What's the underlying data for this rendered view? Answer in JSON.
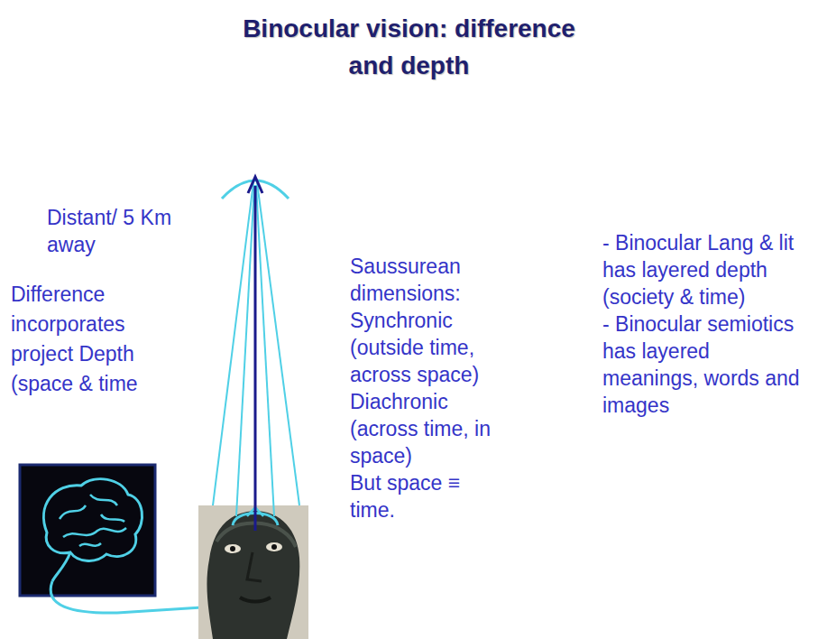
{
  "diagram": {
    "title": "Binocular vision: difference and depth",
    "labels": [
      "Distant/ 5 Km away",
      "Difference incorporates project Depth (space & time",
      "Saussurean dimensions:",
      "Synchronic (outside time, across space)",
      "Diachronic (across time, in space)",
      "But space ≡ time.",
      "- Binocular Lang & lit has layered depth (society & time)",
      "- Binocular semiotics has layered meanings, words and images"
    ]
  }
}
